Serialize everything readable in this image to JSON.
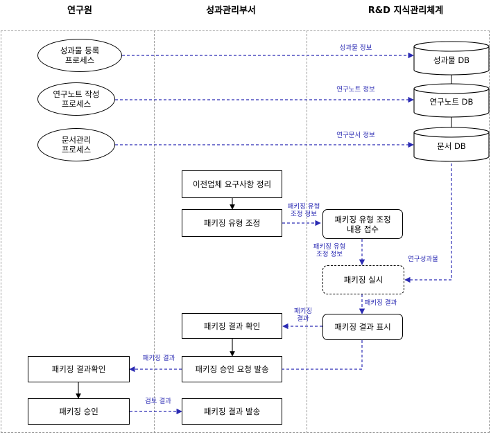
{
  "lanes": {
    "researcher": "연구원",
    "performance_dept": "성과관리부서",
    "rd_system": "R&D 지식관리체계"
  },
  "nodes": {
    "reg_process": "성과물 등록\n프로세스",
    "note_process": "연구노트 작성\n프로세스",
    "doc_process": "문서관리\n프로세스",
    "db_results": "성과물 DB",
    "db_notes": "연구노트 DB",
    "db_docs": "문서 DB",
    "req_org": "이전업체 요구사항 정리",
    "pkg_adjust": "패키징 유형 조정",
    "pkg_receive": "패키징 유형 조정\n내용 접수",
    "pkg_run": "패키징 실시",
    "pkg_display": "패키징 결과 표시",
    "pkg_confirm": "패키징 결과 확인",
    "pkg_approval_req": "패키징 승인 요청 발송",
    "pkg_result_check": "패키징 결과확인",
    "pkg_approve": "패키징 승인",
    "pkg_send": "패키징 결과 발송"
  },
  "edges": {
    "results_info": "성과물 정보",
    "notes_info": "연구노트 정보",
    "docs_info": "연구문서 정보",
    "adjust_info_a": "패키징 유형\n조정 정보",
    "adjust_info_b": "패키징 유형\n조정 정보",
    "research_results": "연구성과물",
    "pkg_result_a": "패키징 결과",
    "pkg_result_b": "패키징\n결과",
    "pkg_result_c": "패키징 결과",
    "review_result": "검토 결과"
  },
  "colors": {
    "dashed_arrow": "#2b2bb3",
    "solid_arrow": "#000000",
    "lane_border": "#9a9a9a"
  }
}
